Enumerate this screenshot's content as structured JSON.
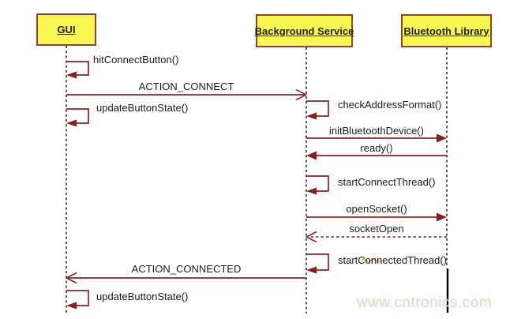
{
  "diagram": {
    "type": "uml-sequence",
    "actors": [
      {
        "name": "GUI"
      },
      {
        "name": "Background Service"
      },
      {
        "name": "Bluetooth Library"
      }
    ],
    "messages": [
      {
        "label": "hitConnectButton()",
        "from": "GUI",
        "to": "GUI",
        "kind": "self"
      },
      {
        "label": "ACTION_CONNECT",
        "from": "GUI",
        "to": "Background Service",
        "kind": "solid-open-arrow"
      },
      {
        "label": "updateButtonState()",
        "from": "GUI",
        "to": "GUI",
        "kind": "self"
      },
      {
        "label": "checkAddressFormat()",
        "from": "Background Service",
        "to": "Background Service",
        "kind": "self"
      },
      {
        "label": "initBluetoothDevice()",
        "from": "Background Service",
        "to": "Bluetooth Library",
        "kind": "solid-filled-arrow"
      },
      {
        "label": "ready()",
        "from": "Bluetooth Library",
        "to": "Background Service",
        "kind": "solid-filled-arrow"
      },
      {
        "label": "startConnectThread()",
        "from": "Background Service",
        "to": "Background Service",
        "kind": "self"
      },
      {
        "label": "openSocket()",
        "from": "Background Service",
        "to": "Bluetooth Library",
        "kind": "solid-filled-arrow"
      },
      {
        "label": "socketOpen",
        "from": "Bluetooth Library",
        "to": "Background Service",
        "kind": "dashed-open-arrow"
      },
      {
        "label": "startConnectedThread()",
        "from": "Background Service",
        "to": "Background Service",
        "kind": "self"
      },
      {
        "label": "ACTION_CONNECTED",
        "from": "Background Service",
        "to": "GUI",
        "kind": "solid-open-arrow"
      },
      {
        "label": "updateButtonState()",
        "from": "GUI",
        "to": "GUI",
        "kind": "self"
      }
    ],
    "watermark": "www.cntronics.com",
    "colors": {
      "actor_fill": "#f8f751",
      "actor_border": "#8e4330",
      "message_line": "#8b2424",
      "lifeline": "#2b2b2b",
      "watermark": "#c7e5b8",
      "spellcheck_squiggle": "#e39b2d",
      "background": "#ffffff"
    }
  }
}
